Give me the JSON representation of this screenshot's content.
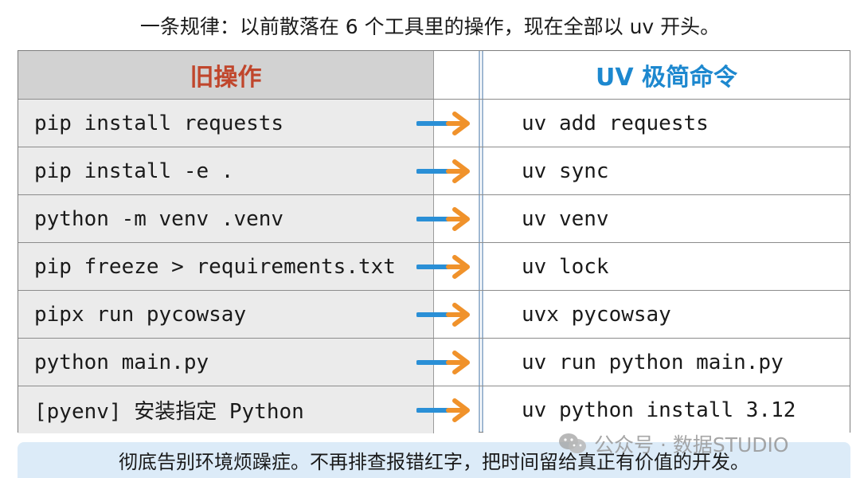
{
  "header": {
    "title": "一条规律：以前散落在 6 个工具里的操作，现在全部以 uv 开头。"
  },
  "table": {
    "left_header": "旧操作",
    "right_header": "UV 极简命令",
    "rows": [
      {
        "old": "pip install requests",
        "new": "uv add requests"
      },
      {
        "old": "pip install -e .",
        "new": "uv sync"
      },
      {
        "old": "python -m venv .venv",
        "new": "uv venv"
      },
      {
        "old": "pip freeze > requirements.txt",
        "new": "uv lock"
      },
      {
        "old": "pipx run pycowsay",
        "new": "uvx pycowsay"
      },
      {
        "old": "python main.py",
        "new": "uv run python main.py"
      },
      {
        "old": "[pyenv] 安装指定 Python",
        "new": "uv python install 3.12"
      }
    ]
  },
  "footer": {
    "banner": "彻底告别环境烦躁症。不再排查报错红字，把时间留给真正有价值的开发。"
  },
  "watermark": {
    "text": "公众号 · 数据STUDIO",
    "icon": "wechat-icon"
  },
  "colors": {
    "old_header": "#c0462c",
    "new_header": "#1d88cf",
    "arrow_blue": "#2a8fd6",
    "arrow_orange": "#f0922b",
    "banner_bg": "#dcebf8"
  }
}
